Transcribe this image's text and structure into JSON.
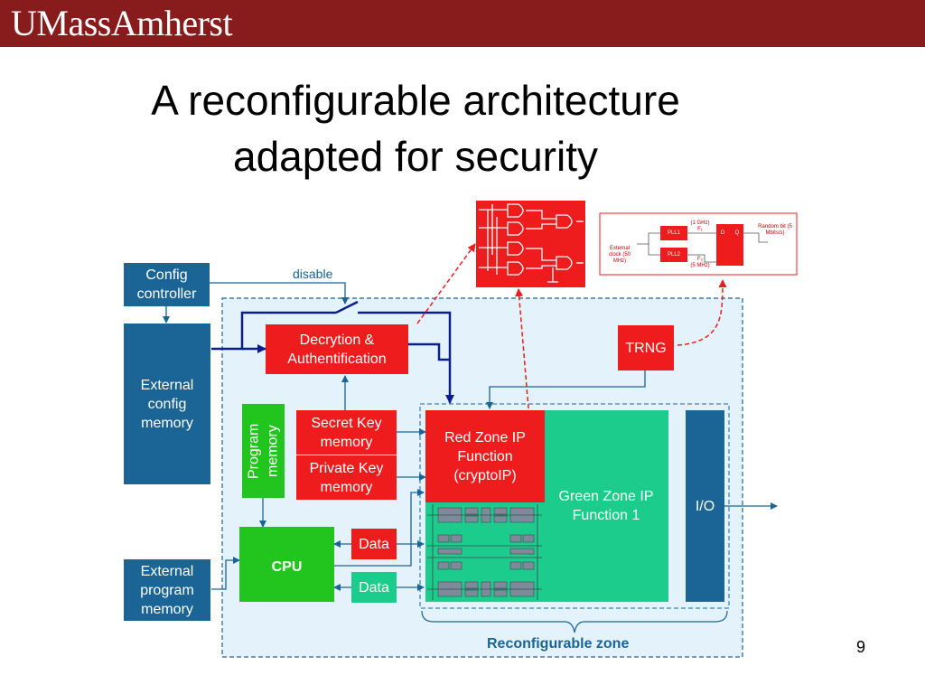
{
  "header": {
    "brand": "UMassAmherst"
  },
  "slide": {
    "title_line1": "A reconfigurable architecture",
    "title_line2": "adapted for security",
    "page_number": "9"
  },
  "diagram": {
    "config_controller": "Config controller",
    "disable_label": "disable",
    "external_config_memory": "External config memory",
    "decryption": "Decrytion & Authentification",
    "trng": "TRNG",
    "program_memory": "Program memory",
    "secret_key": "Secret Key memory",
    "private_key": "Private Key memory",
    "red_zone": "Red Zone IP Function (cryptoIP)",
    "green_zone": "Green Zone IP Function 1",
    "io": "I/O",
    "cpu": "CPU",
    "data_red": "Data",
    "data_teal": "Data",
    "external_program_memory": "External program memory",
    "reconfigurable_zone": "Reconfigurable zone",
    "trng_inset": {
      "pll1": "PLL1",
      "pll2": "PLL2",
      "freq1": "(1 GHz)",
      "freq1_sym": "F₁",
      "freq2_sym": "F₂",
      "freq2": "(5 MHz)",
      "ext_clock": "External clock (50 MHz)",
      "d_label": "D",
      "q_label": "Q",
      "random_bit": "Random bit (5 Mbits/s)"
    },
    "colors": {
      "blue": "#1a6496",
      "red": "#ee1c1c",
      "green": "#22c41e",
      "teal": "#1ccc8c",
      "zone_bg": "#e4f3fb"
    }
  }
}
